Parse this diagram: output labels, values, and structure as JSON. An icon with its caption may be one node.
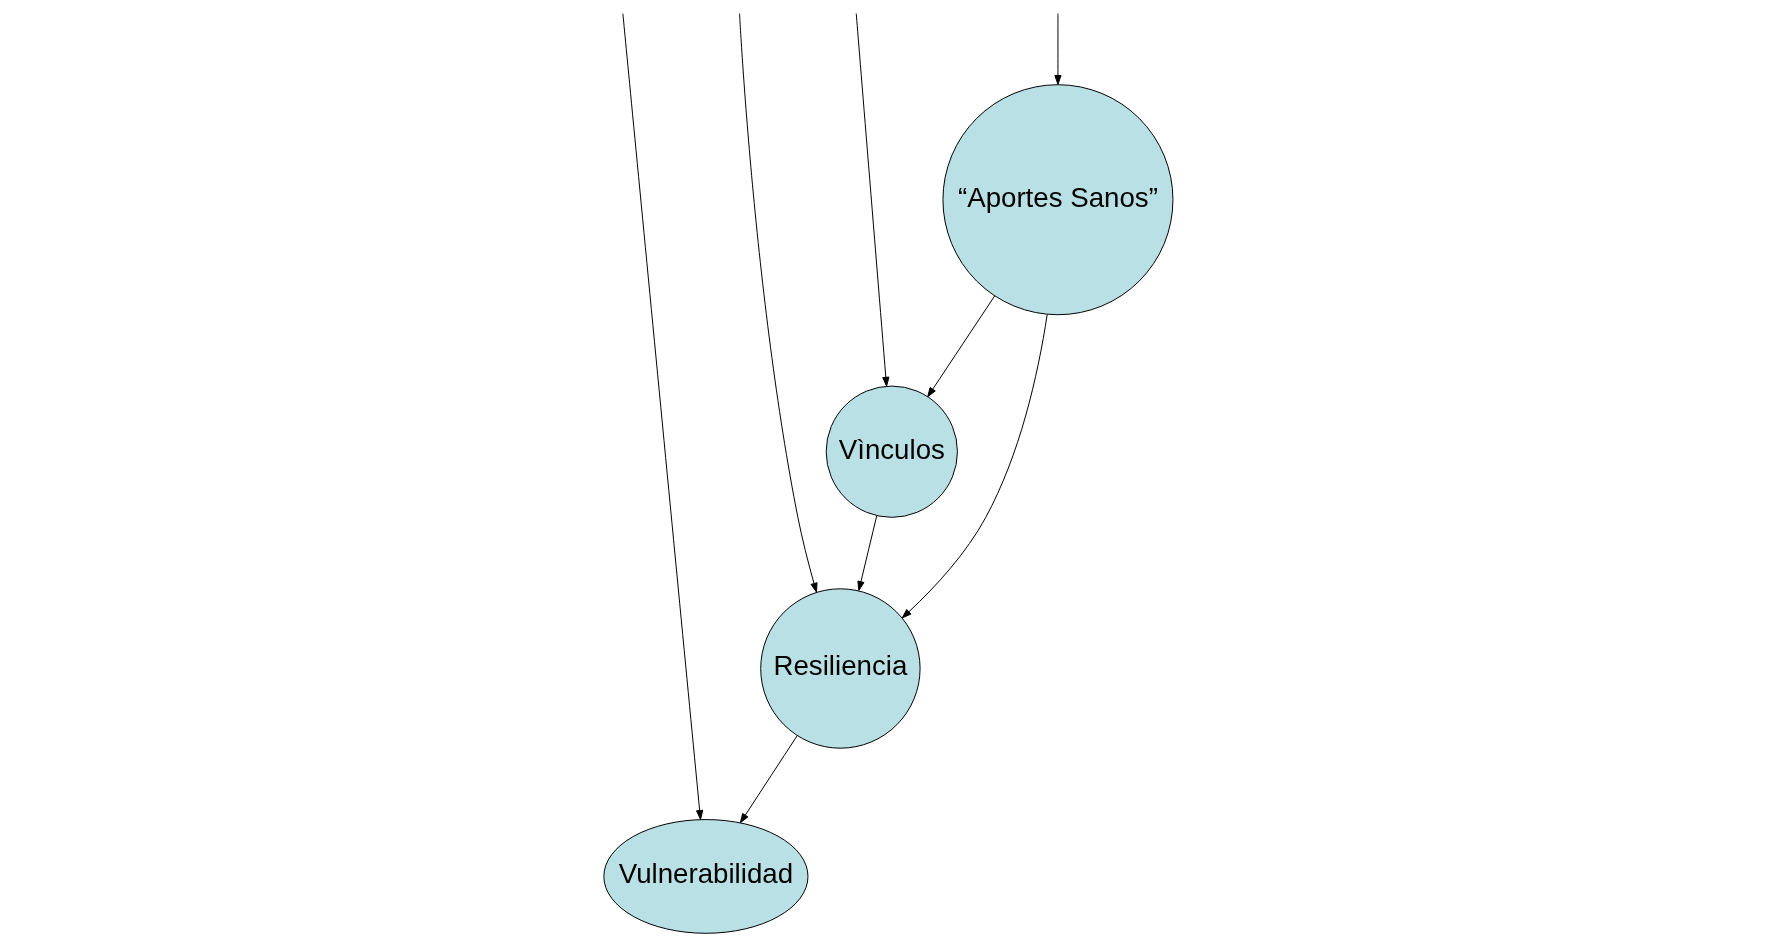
{
  "diagram": {
    "nodes": [
      {
        "text": [
          "“Aportes Sanos”"
        ]
      },
      {
        "text": [
          "Vìnculos"
        ]
      },
      {
        "text": [
          "Resiliencia"
        ]
      },
      {
        "text": [
          "Vulnerabilidad"
        ]
      }
    ],
    "edges": [
      {
        "from": null,
        "to": 0,
        "arrow": "to"
      },
      {
        "from": null,
        "to": 1,
        "arrow": "to"
      },
      {
        "from": null,
        "to": 2,
        "arrow": "to"
      },
      {
        "from": null,
        "to": 3,
        "arrow": "to"
      },
      {
        "from": 0,
        "to": 1,
        "arrow": "to"
      },
      {
        "from": 0,
        "to": 2,
        "arrow": "to"
      },
      {
        "from": 1,
        "to": 2,
        "arrow": "to"
      },
      {
        "from": 2,
        "to": 3,
        "arrow": "to"
      }
    ]
  }
}
